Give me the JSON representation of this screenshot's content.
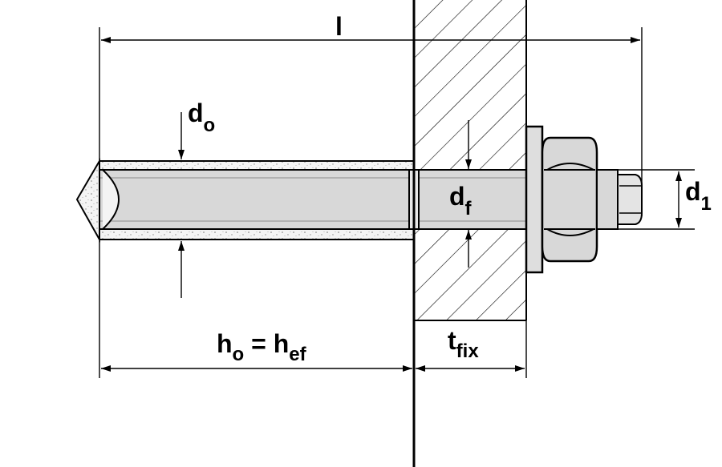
{
  "labels": {
    "length": {
      "main": "l"
    },
    "bore_diameter": {
      "main": "d",
      "sub": "o"
    },
    "fixture_diameter": {
      "main": "d",
      "sub": "f"
    },
    "thread_diameter": {
      "main": "d",
      "sub": "1"
    },
    "embedment": {
      "main1": "h",
      "sub1": "o",
      "eq": " = ",
      "main2": "h",
      "sub2": "ef"
    },
    "fixture_thickness": {
      "main": "t",
      "sub": "fix"
    }
  },
  "colors": {
    "line": "#000000",
    "rod": "#d8d8d8",
    "mortar": "#f2f2f2",
    "background": "#ffffff"
  }
}
